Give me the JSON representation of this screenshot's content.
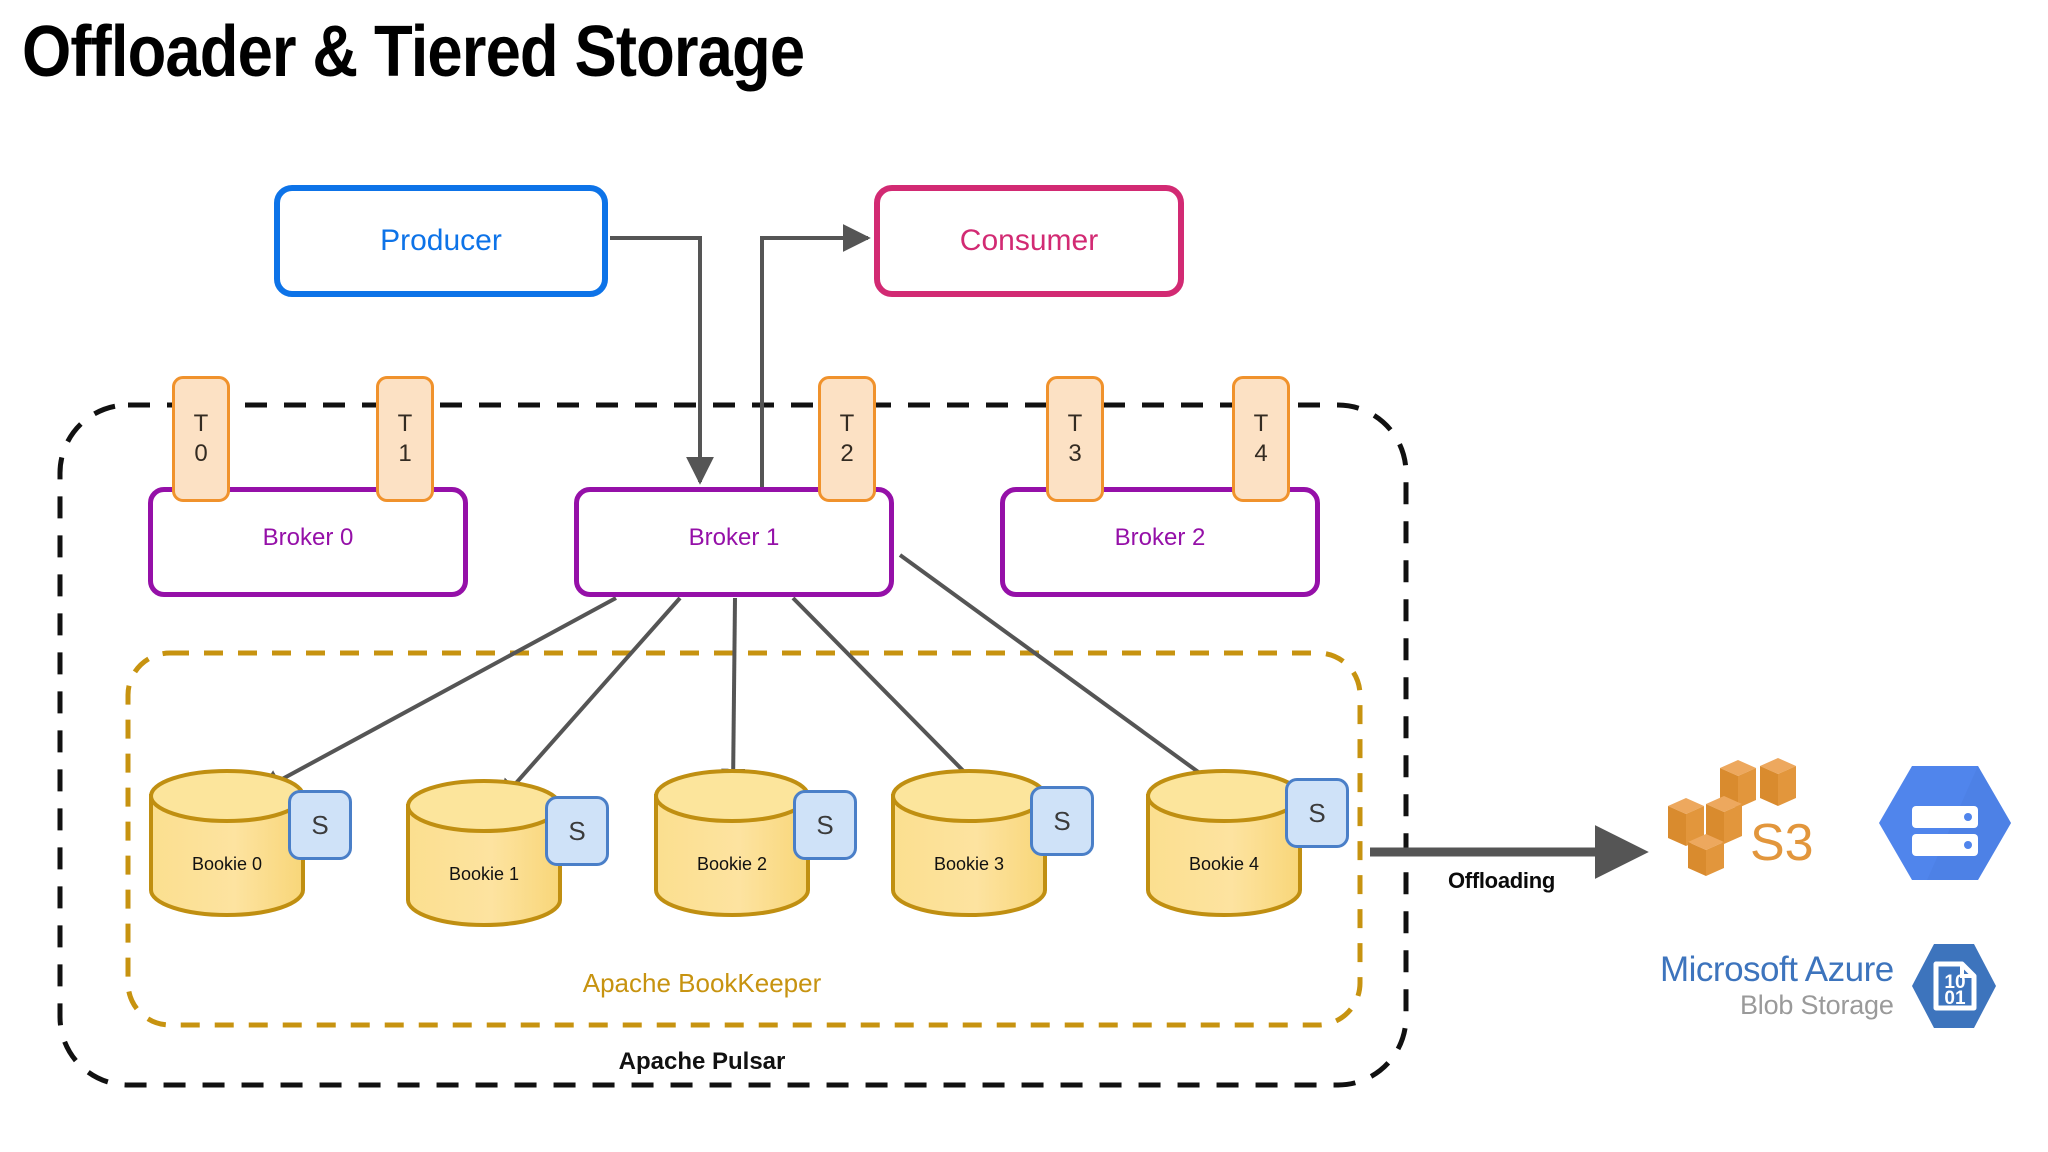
{
  "page": {
    "title": "Offloader & Tiered Storage"
  },
  "clients": {
    "producer": {
      "label": "Producer",
      "color": "#0d73e8"
    },
    "consumer": {
      "label": "Consumer",
      "color": "#d22a73"
    }
  },
  "topics": [
    {
      "name": "T",
      "index": "0"
    },
    {
      "name": "T",
      "index": "1"
    },
    {
      "name": "T",
      "index": "2"
    },
    {
      "name": "T",
      "index": "3"
    },
    {
      "name": "T",
      "index": "4"
    }
  ],
  "brokers": [
    {
      "label": "Broker 0"
    },
    {
      "label": "Broker 1"
    },
    {
      "label": "Broker 2"
    }
  ],
  "bookies": [
    {
      "label": "Bookie 0",
      "storage_badge": "S"
    },
    {
      "label": "Bookie 1",
      "storage_badge": "S"
    },
    {
      "label": "Bookie 2",
      "storage_badge": "S"
    },
    {
      "label": "Bookie 3",
      "storage_badge": "S"
    },
    {
      "label": "Bookie 4",
      "storage_badge": "S"
    }
  ],
  "containers": {
    "pulsar": {
      "label": "Apache Pulsar",
      "border_color": "#111111",
      "border_style": "dashed"
    },
    "bookkeeper": {
      "label": "Apache BookKeeper",
      "border_color": "#c79310",
      "border_style": "dashed"
    }
  },
  "offload": {
    "label": "Offloading",
    "arrow_color": "#555555"
  },
  "cloud_targets": [
    {
      "name": "aws-s3",
      "label": "S3",
      "color": "#e2963c"
    },
    {
      "name": "google-cloud-storage",
      "label": "",
      "color": "#5085ec"
    },
    {
      "name": "azure-blob-storage",
      "line1": "Microsoft Azure",
      "line2": "Blob Storage",
      "color": "#3d74bd"
    }
  ],
  "palette": {
    "topic_fill": "#fce1c4",
    "topic_border": "#f0922c",
    "broker_border": "#9510a8",
    "bookie_fill": "#fbdf8f",
    "bookie_border": "#c08f11",
    "sbox_fill": "#cfe2f8",
    "sbox_border": "#4a7fc8",
    "connector": "#555555"
  }
}
